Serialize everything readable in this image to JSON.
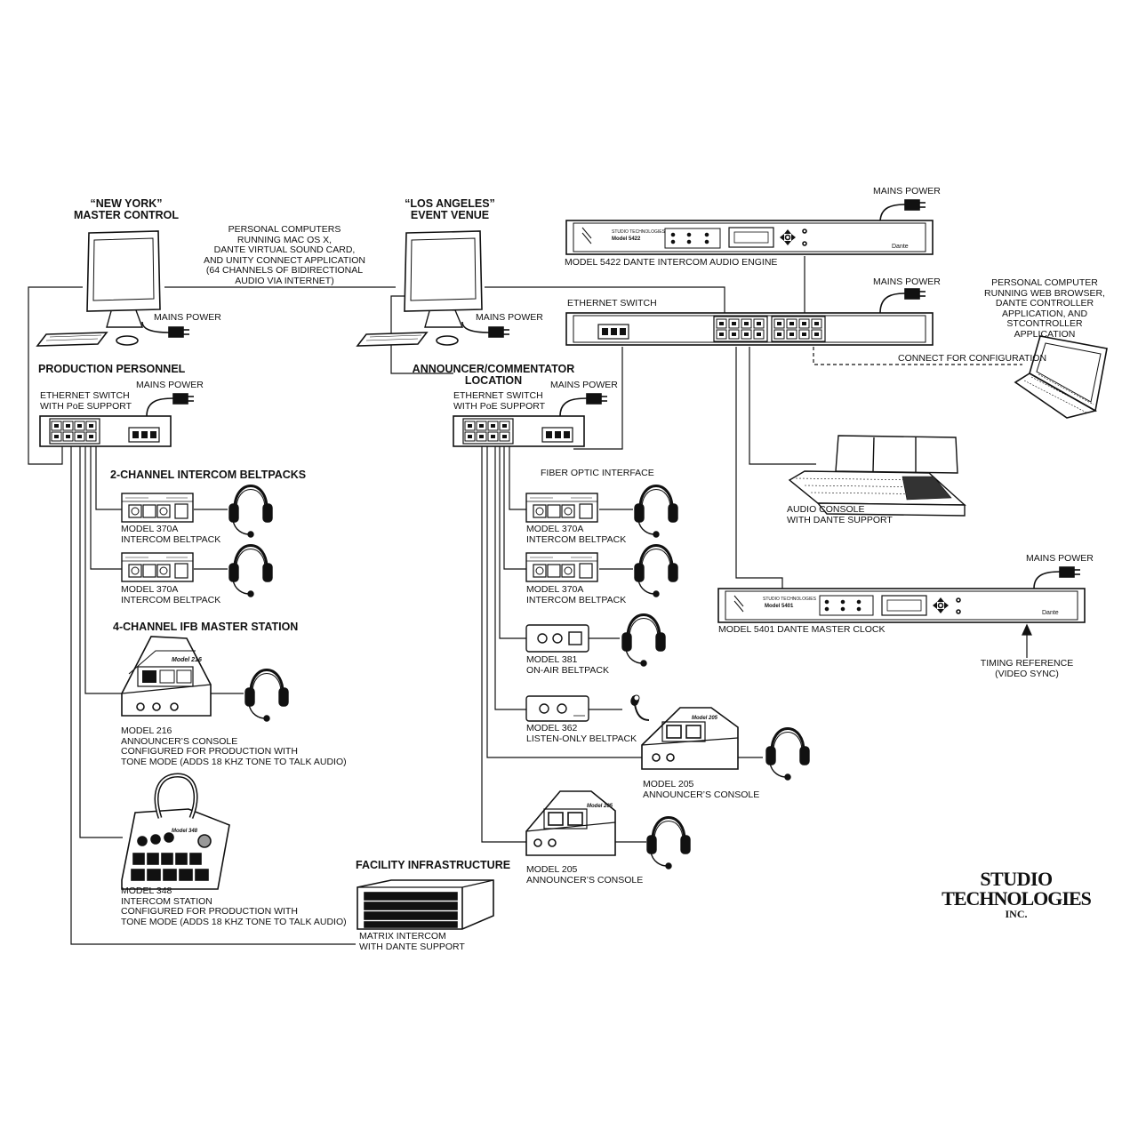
{
  "sites": {
    "new_york": "“NEW YORK”\nMASTER CONTROL",
    "los_angeles": "“LOS ANGELES”\nEVENT VENUE"
  },
  "sections": {
    "production_personnel": "PRODUCTION PERSONNEL",
    "announcer_location": "ANNOUNCER/COMMENTATOR\nLOCATION",
    "beltpacks_2ch": "2-CHANNEL INTERCOM BELTPACKS",
    "ifb_4ch": "4-CHANNEL IFB MASTER STATION",
    "facility": "FACILITY INFRASTRUCTURE"
  },
  "labels": {
    "pc_note": "PERSONAL COMPUTERS\nRUNNING MAC OS X,\nDANTE VIRTUAL SOUND CARD,\nAND UNITY CONNECT APPLICATION\n(64 CHANNELS OF BIDIRECTIONAL\nAUDIO VIA INTERNET)",
    "mains_power": "MAINS POWER",
    "model_5422": "MODEL 5422 DANTE INTERCOM AUDIO ENGINE",
    "ethernet_switch": "ETHERNET SWITCH",
    "eth_poe": "ETHERNET SWITCH\nWITH PoE SUPPORT",
    "pc_config": "PERSONAL COMPUTER\nRUNNING WEB BROWSER,\nDANTE CONTROLLER\nAPPLICATION, AND\nSTCONTROLLER APPLICATION",
    "connect_config": "CONNECT FOR CONFIGURATION",
    "fiber_optic": "FIBER OPTIC INTERFACE",
    "audio_console": "AUDIO CONSOLE\nWITH DANTE SUPPORT",
    "model_370a": "MODEL 370A\nINTERCOM BELTPACK",
    "model_5401": "MODEL 5401 DANTE MASTER CLOCK",
    "timing_ref": "TIMING REFERENCE\n(VIDEO SYNC)",
    "model_381": "MODEL 381\nON-AIR BELTPACK",
    "model_362": "MODEL 362\nLISTEN-ONLY BELTPACK",
    "model_216": "MODEL 216\nANNOUNCER’S CONSOLE\nCONFIGURED FOR PRODUCTION WITH\nTONE MODE (ADDS 18 KHZ TONE TO TALK AUDIO)",
    "model_205": "MODEL 205\nANNOUNCER’S CONSOLE",
    "model_348": "MODEL 348\nINTERCOM STATION\nCONFIGURED FOR PRODUCTION WITH\nTONE MODE (ADDS 18 KHZ TONE TO TALK AUDIO)",
    "matrix": "MATRIX INTERCOM\nWITH DANTE SUPPORT"
  },
  "device_text": {
    "brand_small": "STUDIO TECHNOLOGIES",
    "m5422_face": "Model 5422",
    "m5401_face": "Model 5401",
    "dante": "Dante",
    "m216_face": "Model 216",
    "m205_face": "Model 205",
    "m348_face": "Model 348"
  },
  "logo": {
    "line1": "STUDIO",
    "line2": "TECHNOLOGIES",
    "line3": "INC."
  }
}
